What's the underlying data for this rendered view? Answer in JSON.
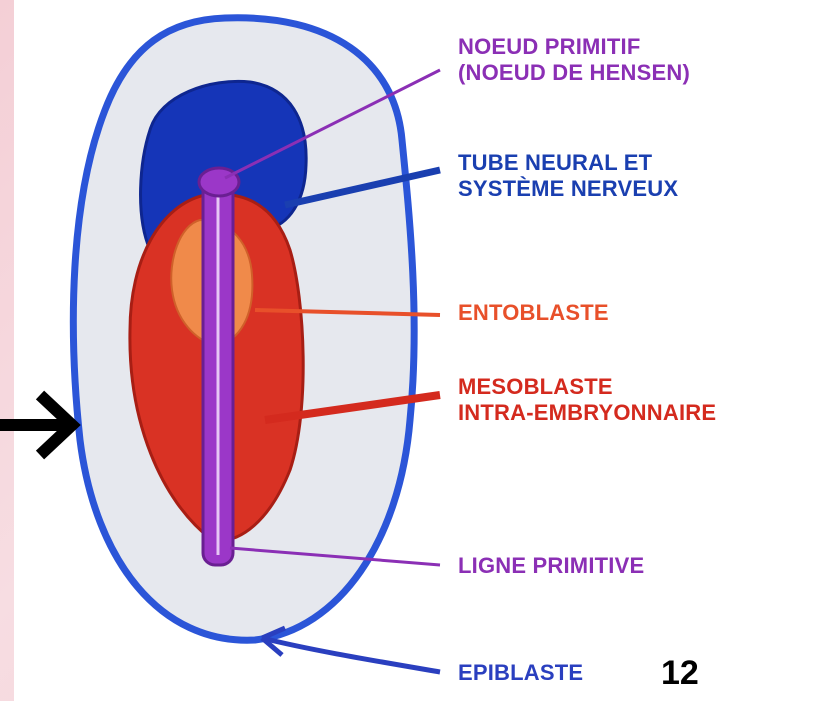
{
  "colors": {
    "noeud": "#8b2fb5",
    "tube_neural": "#1a3fb0",
    "entoblaste": "#e8502a",
    "mesoblaste": "#d42a1e",
    "ligne": "#8b2fb5",
    "epiblaste": "#2a3fbf",
    "outline": "#2b55d8"
  },
  "labels": {
    "noeud_primitif": {
      "line1": "NOEUD PRIMITIF",
      "line2": "(NOEUD DE HENSEN)"
    },
    "tube_neural": {
      "line1": "TUBE NEURAL ET",
      "line2": "SYSTÈME NERVEUX"
    },
    "entoblaste": {
      "line1": "ENTOBLASTE"
    },
    "mesoblaste": {
      "line1": "MESOBLASTE",
      "line2": "INTRA-EMBRYONNAIRE"
    },
    "ligne_primitive": {
      "line1": "LIGNE PRIMITIVE"
    },
    "epiblaste": {
      "line1": "EPIBLASTE"
    }
  },
  "page_number": "12",
  "icons": {
    "pointer": "arrow-right-icon"
  }
}
